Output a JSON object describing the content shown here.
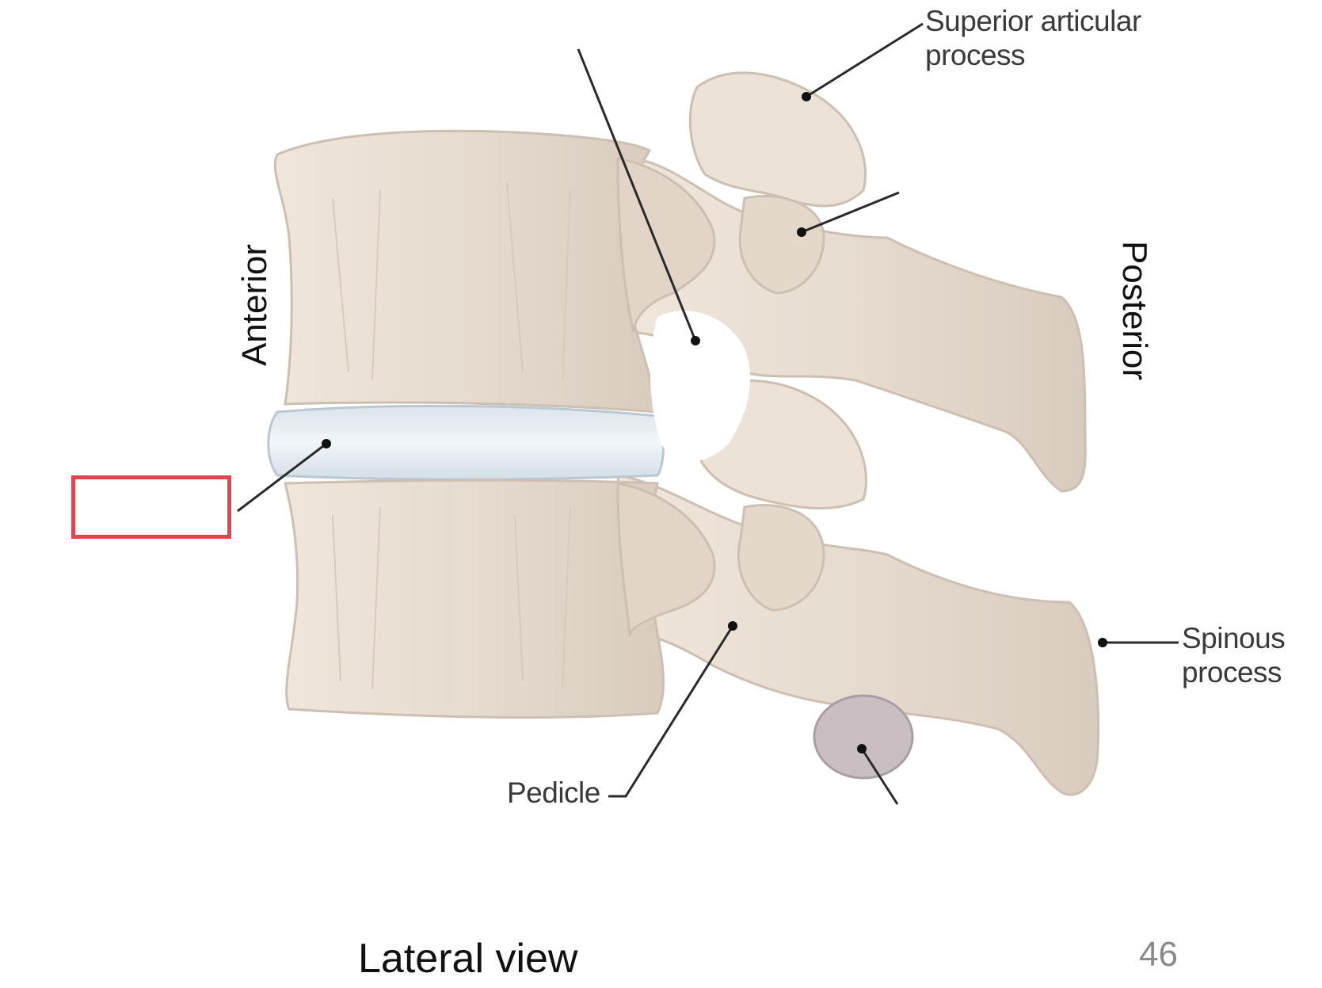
{
  "labels": {
    "superior_articular_process": "Superior articular\nprocess",
    "spinous_process": "Spinous\nprocess",
    "pedicle": "Pedicle",
    "anterior": "Anterior",
    "posterior": "Posterior"
  },
  "caption": "Lateral view",
  "page_number": "46",
  "colors": {
    "bone": "#e8ddd2",
    "bone_shadow": "#cdbfb1",
    "disc": "#e4edf3",
    "highlight_box": "#e0464e",
    "leader": "#2a2a2a"
  }
}
